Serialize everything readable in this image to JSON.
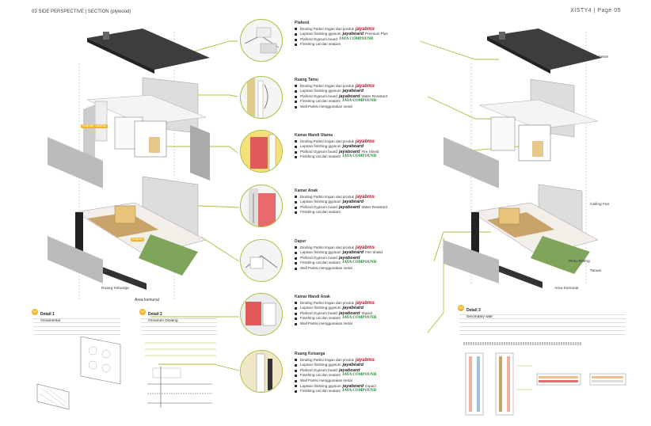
{
  "header": {
    "title": "03 SIDE PERSPECTIVE | SECTION (plywood)",
    "page": "XISTY4 | Page 05"
  },
  "specs": [
    {
      "title": "Plafond",
      "rows": [
        "Dinding Partisi ringan dari produk",
        "Lapisan finishing gypsum",
        "Plafond Gypsum board",
        "Finishing cat dan sealant"
      ],
      "brand1": "jayabms",
      "brand2": "jayaboard",
      "brand2_suffix": "Premium Plus",
      "brand3": "JAYA COMPOUND"
    },
    {
      "title": "Ruang Tamu",
      "rows": [
        "Dinding Partisi ringan dari produk",
        "Lapisan finishing gypsum",
        "Plafond Gypsum board",
        "Finishing cat dan sealant",
        "Wall Partisi menggunakan metal"
      ],
      "brand1": "jayabms",
      "brand2": "jayaboard",
      "brand2_suffix": "Water Resistant",
      "brand3": "JAYA COMPOUND"
    },
    {
      "title": "Kamar Mandi Utama",
      "rows": [
        "Dinding Partisi ringan dari produk",
        "Lapisan finishing gypsum",
        "Plafond Gypsum board",
        "Finishing cat dan sealant"
      ],
      "brand1": "jayabms",
      "brand2": "jayaboard",
      "brand2_suffix": "Fire Shield",
      "brand3": "JAYA COMPOUND"
    },
    {
      "title": "Kamar Anak",
      "rows": [
        "Dinding Partisi ringan dari produk",
        "Lapisan finishing gypsum",
        "Plafond Gypsum board",
        "Finishing cat dan sealant"
      ],
      "brand1": "jayabms",
      "brand2": "jayaboard",
      "brand2_suffix": "Water Resistant",
      "brand3": "JAYA COMPOUND"
    },
    {
      "title": "Dapur",
      "rows": [
        "Dinding Partisi ringan dari produk",
        "Lapisan finishing gypsum",
        "Plafond Gypsum board",
        "Finishing cat dan sealant",
        "Wall Partisi menggunakan metal"
      ],
      "brand1": "jayabms",
      "brand2": "jayaboard",
      "brand2_suffix": "Fire Shield",
      "brand3": "JAYA COMPOUND"
    },
    {
      "title": "Kamar Mandi Anak",
      "rows": [
        "Dinding Partisi ringan dari produk",
        "Lapisan finishing gypsum",
        "Plafond Gypsum board",
        "Finishing cat dan sealant",
        "Wall Partisi menggunakan metal"
      ],
      "brand1": "jayabms",
      "brand2": "jayaboard",
      "brand2_suffix": "Impact",
      "brand3": "JAYA COMPOUND"
    },
    {
      "title": "Ruang Keluarga",
      "rows": [
        "Dinding Partisi ringan dari produk",
        "Lapisan finishing gypsum",
        "Plafond Gypsum board",
        "Finishing cat dan sealant",
        "Wall Partisi menggunakan metal",
        "Lapisan finishing gypsum",
        "Finishing cat dan sealant"
      ],
      "brand1": "jayabms",
      "brand2": "jayaboard",
      "brand2_suffix": "Impact",
      "brand3": "JAYA COMPOUND"
    }
  ],
  "right_labels": [
    "Atap beton",
    "Ceiling Fan",
    "Taman",
    "Pintu Sliding",
    "Area Komunal"
  ],
  "left_labels": [
    "Kamar Utama",
    "Dapur",
    "Ruang Keluarga"
  ],
  "notes": [
    {
      "badge": "01",
      "title": "Detail 1",
      "subtitle": "Ornamental"
    },
    {
      "badge": "02",
      "title": "Detail 2",
      "subtitle": "Ornamen Dinding"
    },
    {
      "badge": "03",
      "title": "Detail 3",
      "subtitle": "Secondary wall"
    }
  ],
  "colors": {
    "accent": "#a8c23b",
    "jayabms": "#c8102e",
    "compound": "#1b7a2e",
    "floor": "#c9a46a",
    "red_wall": "#e05a5a"
  }
}
